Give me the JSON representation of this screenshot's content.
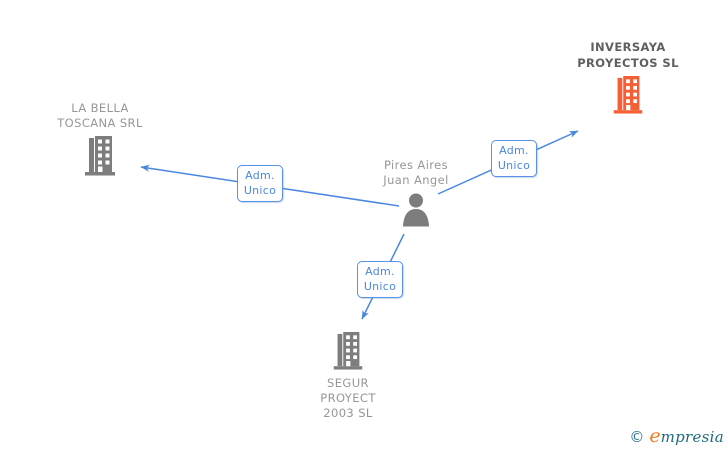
{
  "person": {
    "line1": "Pires Aires",
    "line2": "Juan Angel"
  },
  "companies": {
    "left": {
      "line1": "LA BELLA",
      "line2": "TOSCANA SRL"
    },
    "right": {
      "line1": "INVERSAYA",
      "line2": "PROYECTOS SL"
    },
    "bottom": {
      "line1": "SEGUR",
      "line2": "PROYECT",
      "line3": "2003 SL"
    }
  },
  "edges": [
    {
      "target": "la-bella-toscana-srl",
      "label1": "Adm.",
      "label2": "Unico"
    },
    {
      "target": "inversaya-proyectos-sl",
      "label1": "Adm.",
      "label2": "Unico"
    },
    {
      "target": "segur-proyect-2003-sl",
      "label1": "Adm.",
      "label2": "Unico"
    }
  ],
  "footer": {
    "copyright_symbol": "©",
    "brand_initial": "e",
    "brand_rest": "mpresia"
  },
  "colors": {
    "edge_blue": "#4a87e2",
    "company_gray": "#7d7d7d",
    "company_highlight_orange": "#f45f35",
    "node_text_gray": "#979797",
    "highlight_text_dark": "#606060",
    "logo_teal": "#267787",
    "logo_orange": "#ee7c1f"
  }
}
